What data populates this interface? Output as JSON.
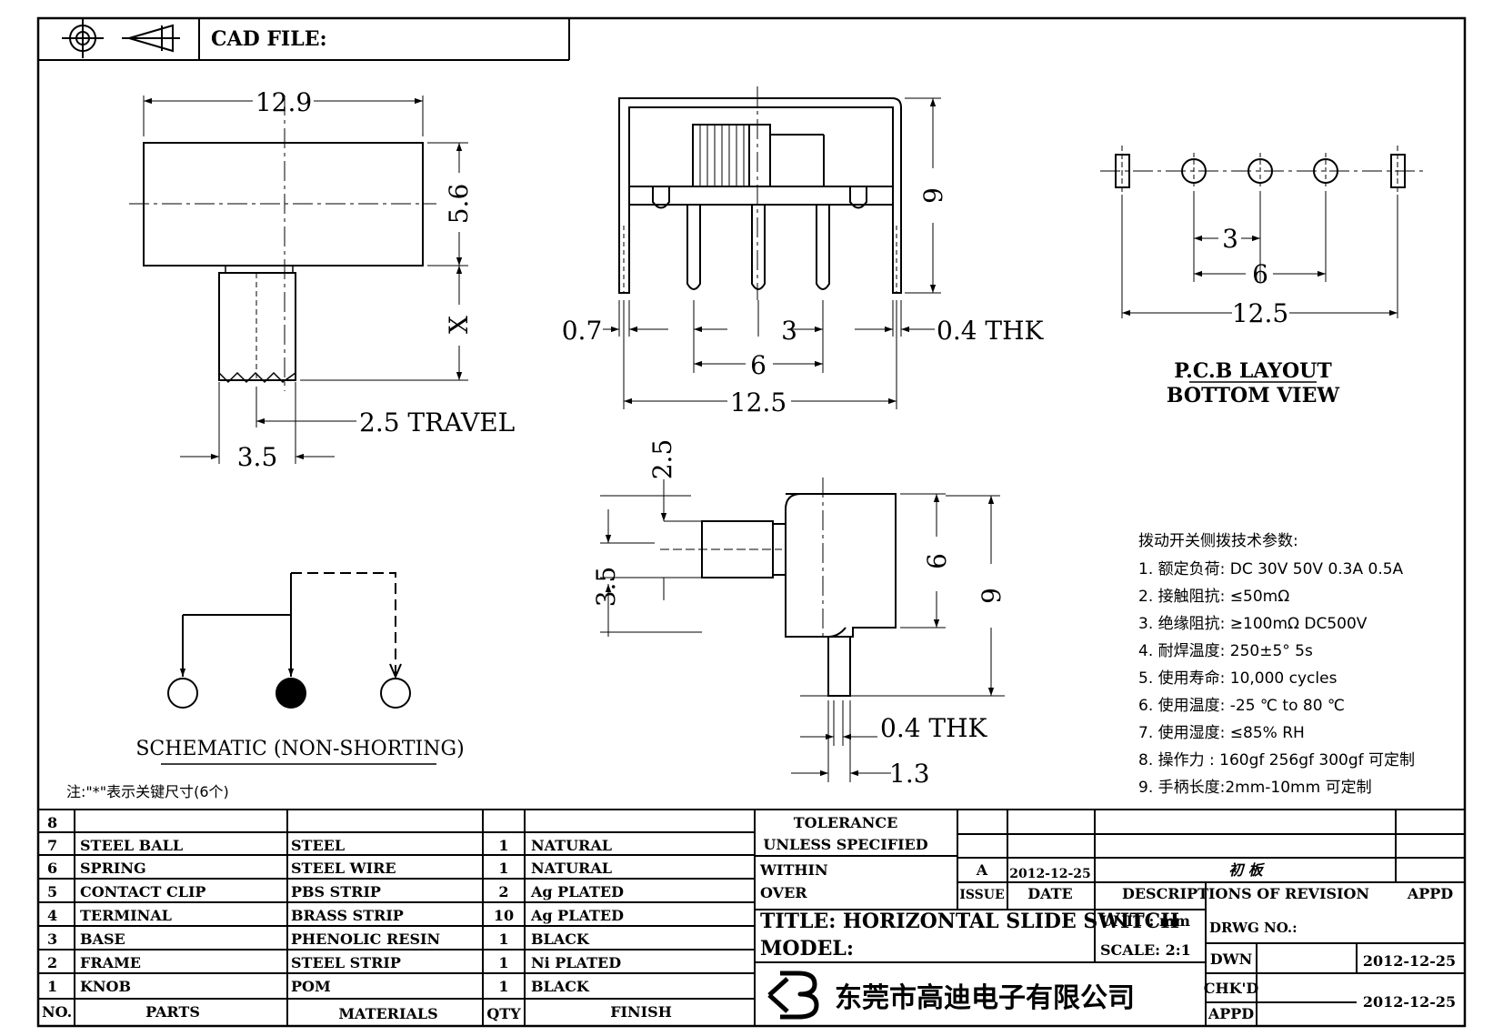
{
  "header": {
    "cad_file_label": "CAD FILE:"
  },
  "front_view": {
    "width_dim": "12.9",
    "height_dim": "5.6",
    "x_dim": "X",
    "travel_dim": "2.5 TRAVEL",
    "knob_dim": "3.5"
  },
  "side_view": {
    "height_dim": "9",
    "pin_dim": "0.7",
    "pitch_dim": "3",
    "span_dim": "6",
    "overall_dim": "12.5",
    "thk_dim": "0.4  THK"
  },
  "pcb_layout": {
    "pitch_dim": "3",
    "span_dim": "6",
    "overall_dim": "12.5",
    "title": "P.C.B  LAYOUT",
    "subtitle": "BOTTOM  VIEW"
  },
  "end_view": {
    "knob_offset_dim": "2.5",
    "knob_dim": "3.5",
    "body_dim": "6",
    "height_dim": "9",
    "thk_dim": "0.4  THK",
    "pin_dim": "1.3"
  },
  "schematic": {
    "label": "SCHEMATIC  (NON-SHORTING)"
  },
  "note": "注:\"*\"表示关键尺寸(6个)",
  "specs": {
    "title": "拨动开关侧拨技术参数:",
    "items": [
      "1.  额定负荷: DC 30V    50V    0.3A    0.5A",
      "2.  接触阻抗: ≤50mΩ",
      "3.  绝缘阻抗: ≥100mΩ  DC500V",
      "4.  耐焊温度: 250±5°  5s",
      "5.  使用寿命: 10,000 cycles",
      "6.  使用温度: -25 ℃  to 80 ℃",
      "7.  使用湿度: ≤85% RH",
      "8.  操作力 : 160gf    256gf    300gf  可定制",
      "9.  手柄长度:2mm-10mm  可定制"
    ]
  },
  "bom": {
    "headers": {
      "no": "NO.",
      "parts": "PARTS",
      "materials": "MATERIALS",
      "qty": "QTY",
      "finish": "FINISH"
    },
    "rows": [
      {
        "no": "8",
        "part": "",
        "material": "",
        "qty": "",
        "finish": ""
      },
      {
        "no": "7",
        "part": "STEEL  BALL",
        "material": "STEEL",
        "qty": "1",
        "finish": "NATURAL"
      },
      {
        "no": "6",
        "part": "SPRING",
        "material": "STEEL  WIRE",
        "qty": "1",
        "finish": "NATURAL"
      },
      {
        "no": "5",
        "part": "CONTACT  CLIP",
        "material": "PBS  STRIP",
        "qty": "2",
        "finish": "Ag  PLATED"
      },
      {
        "no": "4",
        "part": "TERMINAL",
        "material": "BRASS  STRIP",
        "qty": "10",
        "finish": "Ag  PLATED"
      },
      {
        "no": "3",
        "part": "BASE",
        "material": "PHENOLIC  RESIN",
        "qty": "1",
        "finish": "BLACK"
      },
      {
        "no": "2",
        "part": "FRAME",
        "material": "STEEL  STRIP",
        "qty": "1",
        "finish": "Ni  PLATED"
      },
      {
        "no": "1",
        "part": "KNOB",
        "material": "POM",
        "qty": "1",
        "finish": "BLACK"
      }
    ]
  },
  "title_block": {
    "tolerance_line1": "TOLERANCE",
    "tolerance_line2": "UNLESS    SPECIFIED",
    "within": "WITHIN",
    "over": "OVER",
    "rev_letter": "A",
    "rev_date": "2012-12-25",
    "rev_desc": "初 板",
    "issue": "ISSUE",
    "date": "DATE",
    "desc_of_revision": "DESCRIPTIONS  OF  REVISION",
    "appd": "APPD",
    "title": "TITLE:  HORIZONTAL  SLIDE  SWITCH",
    "unit": "UNIT : mm",
    "drwg_no": "DRWG  NO.:",
    "model": "MODEL:",
    "scale": "SCALE:  2:1",
    "dwn": "DWN",
    "dwn_date": "2012-12-25",
    "chkd": "CHK'D",
    "appd2": "APPD",
    "chk_date": "2012-12-25",
    "company": "东莞市高迪电子有限公司"
  }
}
